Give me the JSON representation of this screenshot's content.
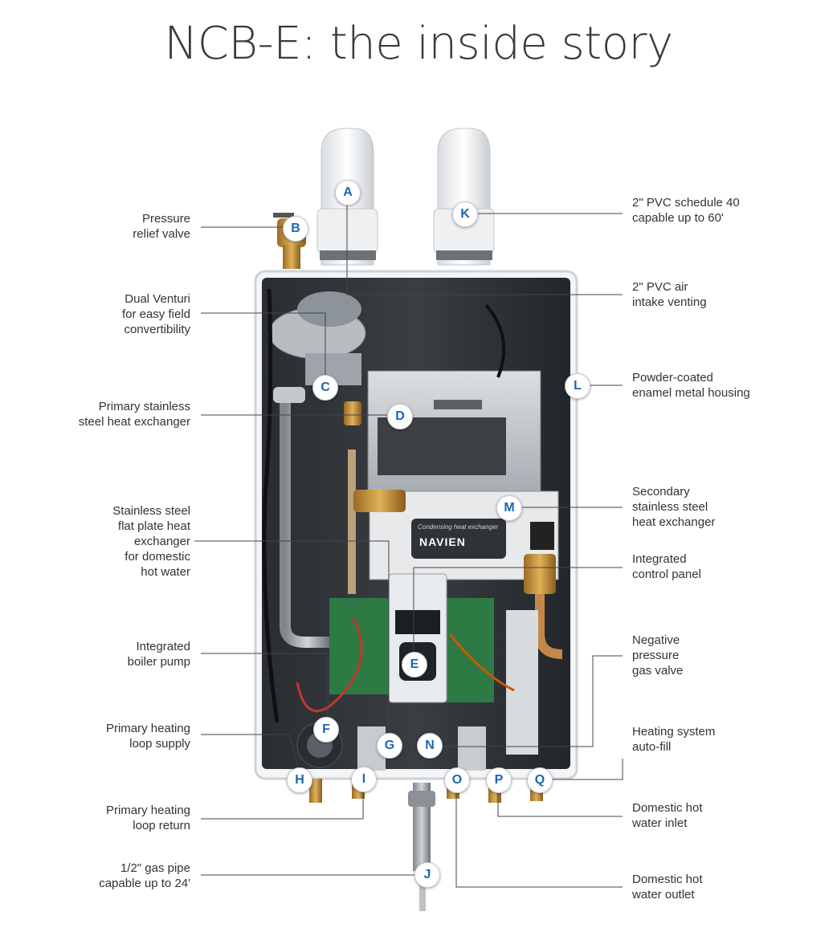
{
  "title": "NCB-E: the inside story",
  "colors": {
    "callout_text": "#1a66b3",
    "leader_line": "#444444",
    "title": "#3b3b3b"
  },
  "device": {
    "badge_text": "Condensing heat exchanger",
    "brand": "NAVIEN"
  },
  "left_labels": [
    {
      "id": "B",
      "text": "Pressure\nrelief valve"
    },
    {
      "id": "A",
      "text": "Dual Venturi\nfor easy field\nconvertibility"
    },
    {
      "id": "D",
      "text": "Primary stainless\nsteel heat exchanger"
    },
    {
      "id": "G",
      "text": "Stainless steel\nflat plate heat\nexchanger\nfor domestic\nhot water"
    },
    {
      "id": "F",
      "text": "Integrated\nboiler pump"
    },
    {
      "id": "H",
      "text": "Primary heating\nloop supply"
    },
    {
      "id": "I",
      "text": "Primary heating\nloop return"
    },
    {
      "id": "J",
      "text": "1/2\" gas pipe\ncapable up to 24'"
    }
  ],
  "right_labels": [
    {
      "id": "K",
      "text": "2\" PVC schedule 40\ncapable up to 60'"
    },
    {
      "id": "C",
      "text": "2\" PVC air\nintake venting"
    },
    {
      "id": "L",
      "text": "Powder-coated\nenamel metal housing"
    },
    {
      "id": "M",
      "text": "Secondary\nstainless steel\nheat exchanger"
    },
    {
      "id": "E",
      "text": "Integrated\ncontrol panel"
    },
    {
      "id": "N",
      "text": "Negative\npressure\ngas valve"
    },
    {
      "id": "Q",
      "text": "Heating system\nauto-fill"
    },
    {
      "id": "P",
      "text": "Domestic hot\nwater inlet"
    },
    {
      "id": "O",
      "text": "Domestic hot\nwater outlet"
    }
  ],
  "callouts": [
    "A",
    "B",
    "C",
    "D",
    "E",
    "F",
    "G",
    "H",
    "I",
    "J",
    "K",
    "L",
    "M",
    "N",
    "O",
    "P",
    "Q"
  ]
}
